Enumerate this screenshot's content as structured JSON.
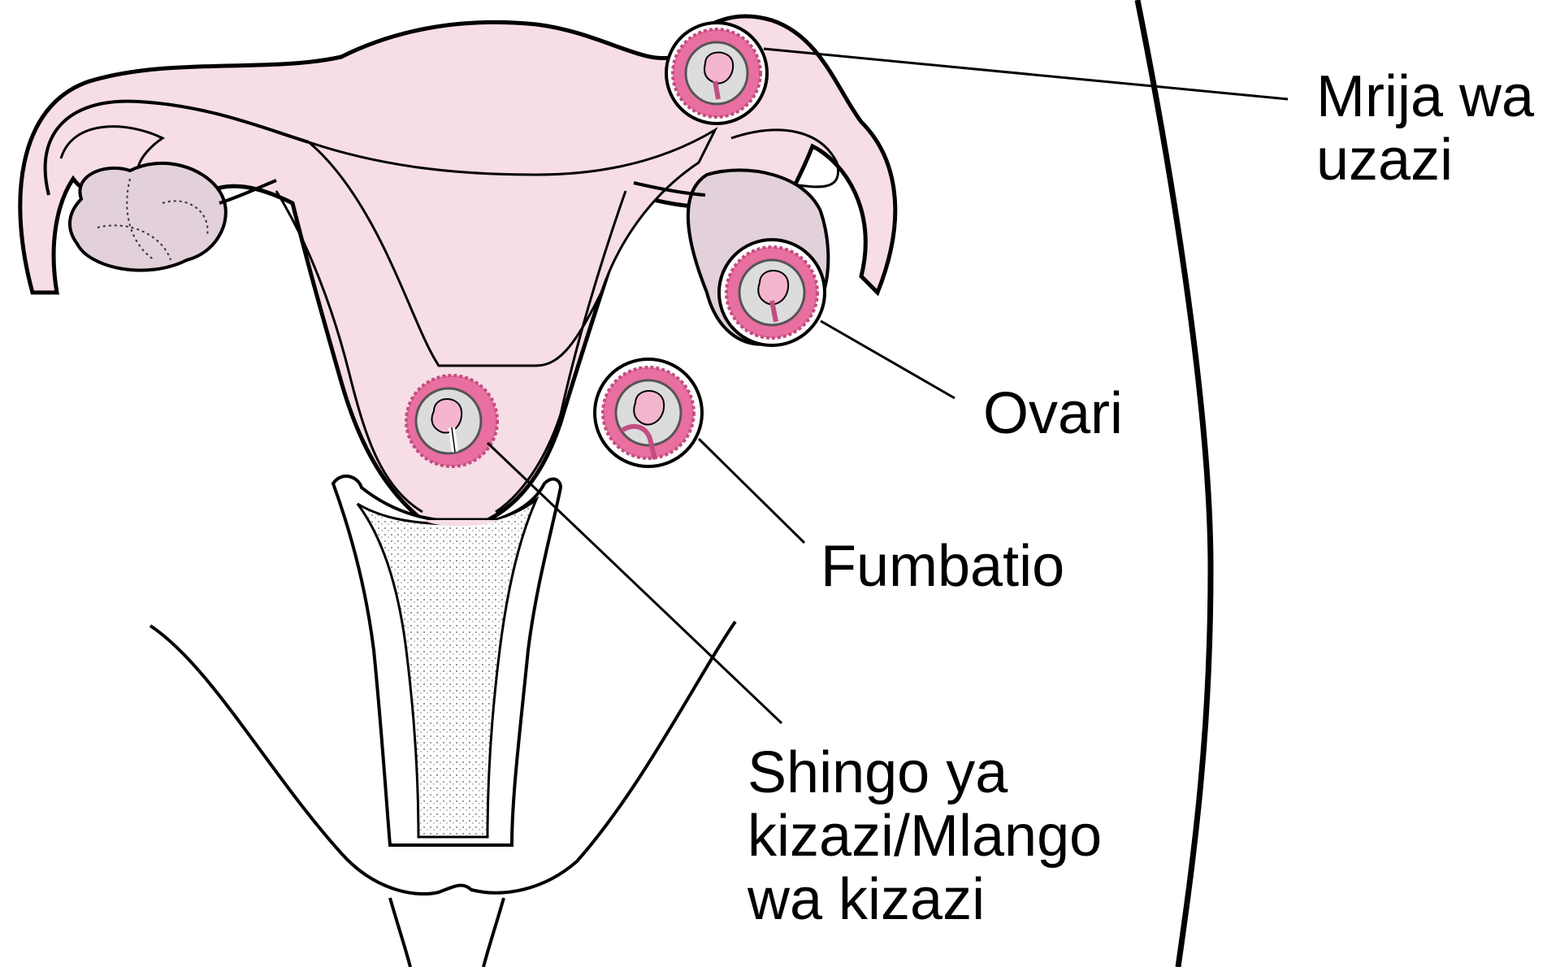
{
  "diagram": {
    "subject": "Ectopic pregnancy implantation sites (female reproductive anatomy)",
    "colors": {
      "tissue_pink": "#f7dde6",
      "implantation_pink": "#e86fa0",
      "embryo_pink": "#f4b6cf",
      "amnion_gray": "#dcdcdc",
      "ovary_mauve": "#e2d0da",
      "outline": "#000000",
      "background": "#ffffff"
    },
    "labels": [
      {
        "id": "fallopian-tube",
        "lines": [
          "Mrija wa",
          "uzazi"
        ]
      },
      {
        "id": "ovary",
        "lines": [
          "Ovari"
        ]
      },
      {
        "id": "abdomen",
        "lines": [
          "Fumbatio"
        ]
      },
      {
        "id": "cervix",
        "lines": [
          "Shingo ya",
          "kizazi/Mlango",
          "wa kizazi"
        ]
      }
    ]
  }
}
